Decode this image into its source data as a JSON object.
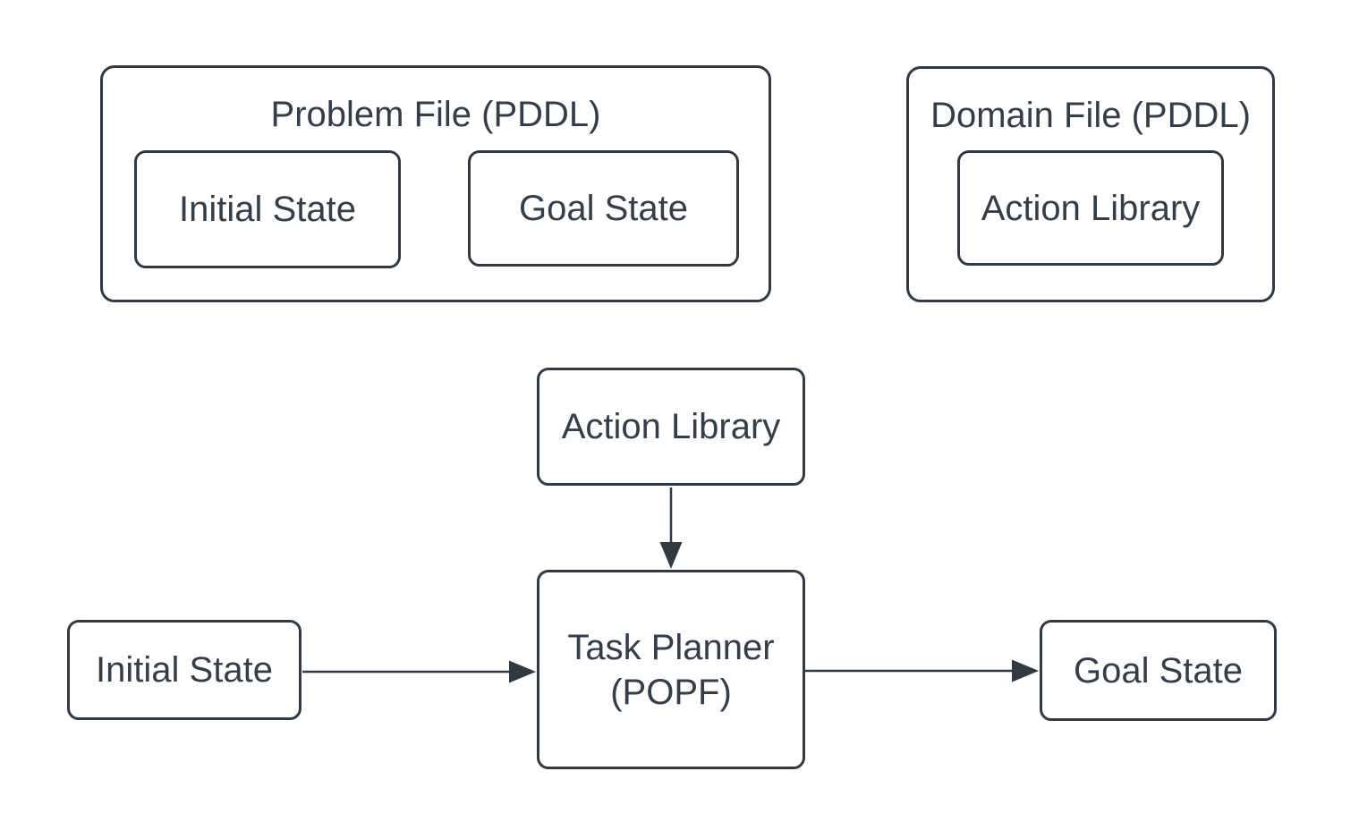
{
  "diagram": {
    "colors": {
      "stroke": "#2f3a45",
      "text": "#333e4a",
      "background": "#ffffff"
    },
    "groups": {
      "problem_file": {
        "title": "Problem File (PDDL)",
        "children": {
          "initial_state": "Initial State",
          "goal_state": "Goal State"
        }
      },
      "domain_file": {
        "title": "Domain File (PDDL)",
        "children": {
          "action_library": "Action Library"
        }
      }
    },
    "nodes": {
      "action_library": {
        "label": "Action Library"
      },
      "task_planner": {
        "line1": "Task Planner",
        "line2": "(POPF)"
      },
      "initial_state": {
        "label": "Initial State"
      },
      "goal_state": {
        "label": "Goal State"
      }
    },
    "edges": [
      {
        "from": "action-library",
        "to": "task-planner",
        "direction": "down"
      },
      {
        "from": "initial-state",
        "to": "task-planner",
        "direction": "right"
      },
      {
        "from": "task-planner",
        "to": "goal-state",
        "direction": "right"
      }
    ]
  }
}
